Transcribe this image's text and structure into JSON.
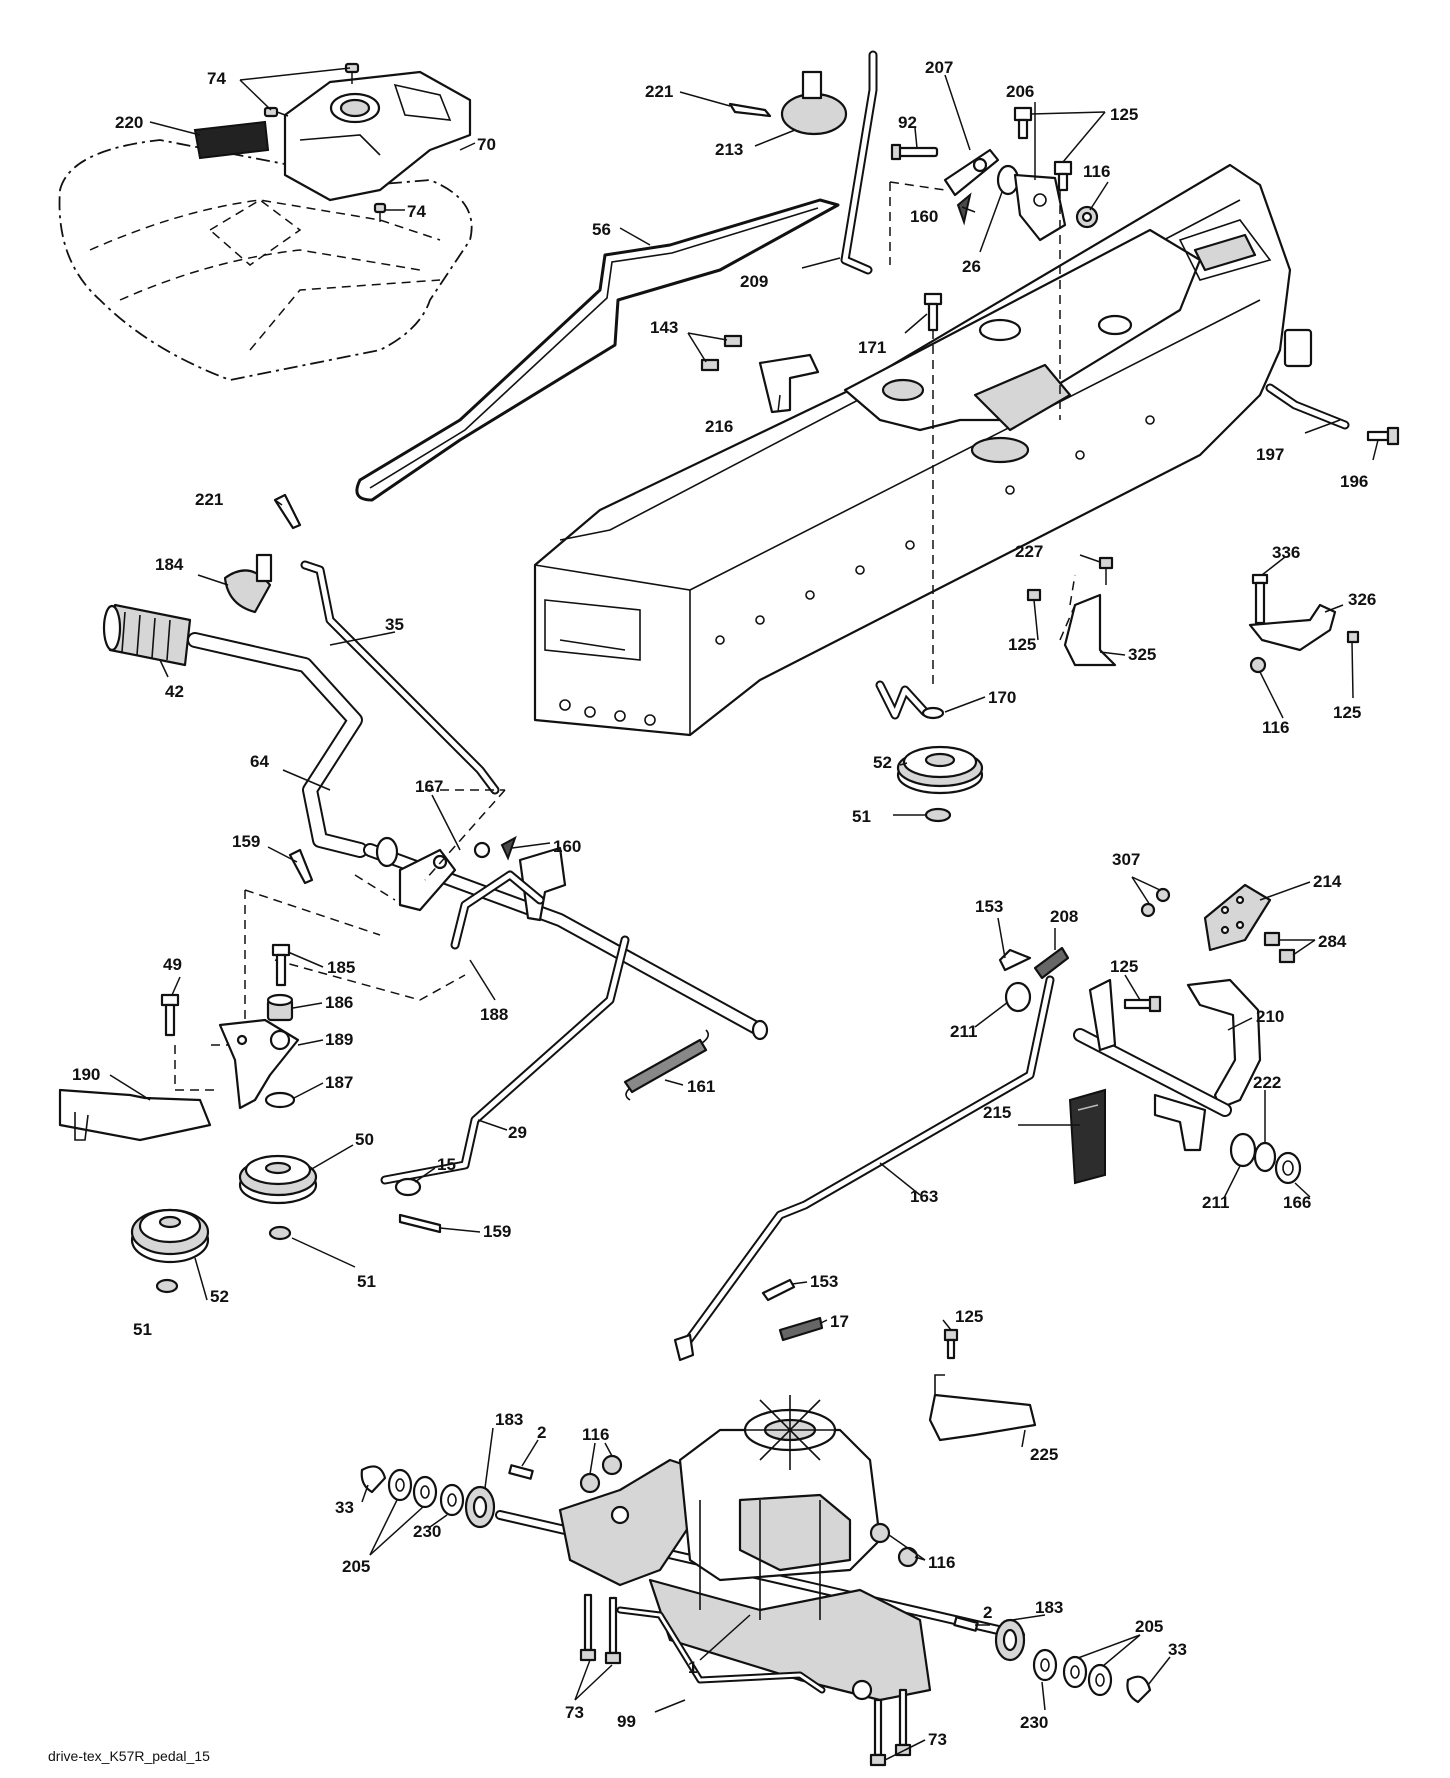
{
  "caption": "drive-tex_K57R_pedal_15",
  "callouts": [
    {
      "label": "74"
    },
    {
      "label": "220"
    },
    {
      "label": "70"
    },
    {
      "label": "74"
    },
    {
      "label": "221"
    },
    {
      "label": "213"
    },
    {
      "label": "207"
    },
    {
      "label": "92"
    },
    {
      "label": "206"
    },
    {
      "label": "125"
    },
    {
      "label": "116"
    },
    {
      "label": "56"
    },
    {
      "label": "160"
    },
    {
      "label": "26"
    },
    {
      "label": "209"
    },
    {
      "label": "143"
    },
    {
      "label": "171"
    },
    {
      "label": "216"
    },
    {
      "label": "197"
    },
    {
      "label": "196"
    },
    {
      "label": "221"
    },
    {
      "label": "184"
    },
    {
      "label": "35"
    },
    {
      "label": "42"
    },
    {
      "label": "227"
    },
    {
      "label": "336"
    },
    {
      "label": "326"
    },
    {
      "label": "125"
    },
    {
      "label": "325"
    },
    {
      "label": "125"
    },
    {
      "label": "116"
    },
    {
      "label": "170"
    },
    {
      "label": "52"
    },
    {
      "label": "51"
    },
    {
      "label": "64"
    },
    {
      "label": "167"
    },
    {
      "label": "160"
    },
    {
      "label": "159"
    },
    {
      "label": "307"
    },
    {
      "label": "214"
    },
    {
      "label": "153"
    },
    {
      "label": "208"
    },
    {
      "label": "284"
    },
    {
      "label": "125"
    },
    {
      "label": "49"
    },
    {
      "label": "185"
    },
    {
      "label": "186"
    },
    {
      "label": "188"
    },
    {
      "label": "189"
    },
    {
      "label": "211"
    },
    {
      "label": "210"
    },
    {
      "label": "190"
    },
    {
      "label": "187"
    },
    {
      "label": "161"
    },
    {
      "label": "222"
    },
    {
      "label": "215"
    },
    {
      "label": "50"
    },
    {
      "label": "29"
    },
    {
      "label": "15"
    },
    {
      "label": "163"
    },
    {
      "label": "211"
    },
    {
      "label": "166"
    },
    {
      "label": "159"
    },
    {
      "label": "51"
    },
    {
      "label": "52"
    },
    {
      "label": "51"
    },
    {
      "label": "153"
    },
    {
      "label": "17"
    },
    {
      "label": "125"
    },
    {
      "label": "183"
    },
    {
      "label": "116"
    },
    {
      "label": "2"
    },
    {
      "label": "225"
    },
    {
      "label": "33"
    },
    {
      "label": "205"
    },
    {
      "label": "230"
    },
    {
      "label": "116"
    },
    {
      "label": "2"
    },
    {
      "label": "183"
    },
    {
      "label": "205"
    },
    {
      "label": "1"
    },
    {
      "label": "73"
    },
    {
      "label": "33"
    },
    {
      "label": "99"
    },
    {
      "label": "73"
    },
    {
      "label": "230"
    }
  ]
}
